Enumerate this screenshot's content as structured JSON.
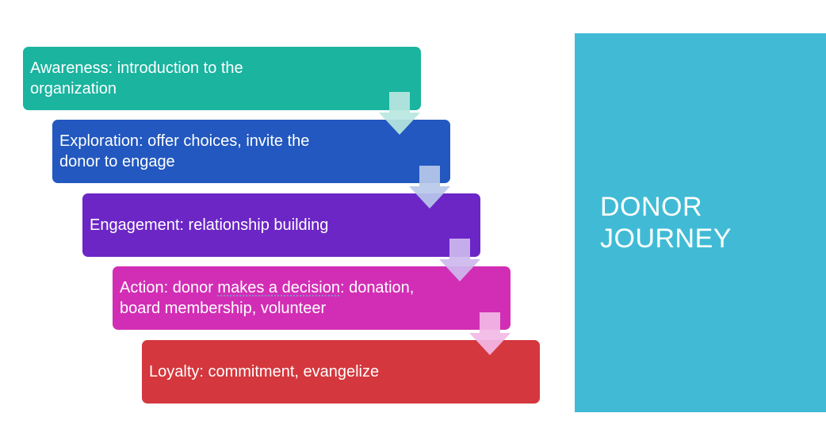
{
  "steps": [
    {
      "label": "Awareness: introduction to the organization",
      "color": "#1ab49f"
    },
    {
      "label": "Exploration: offer choices, invite the donor to engage",
      "color": "#2258bf"
    },
    {
      "label": "Engagement: relationship building",
      "color": "#6c26c6"
    },
    {
      "label": "Action: donor makes a decision: donation, board membership, volunteer",
      "color": "#d22eb5"
    },
    {
      "label": "Loyalty: commitment, evangelize",
      "color": "#d4373d"
    }
  ],
  "arrow_colors": [
    "#b8e6df",
    "#b9c8ea",
    "#cdb8ee",
    "#f2b9e6"
  ],
  "panel": {
    "title": "DONOR JOURNEY",
    "color": "#41bbd5"
  },
  "icons": {
    "arrow": "down-arrow-icon"
  }
}
